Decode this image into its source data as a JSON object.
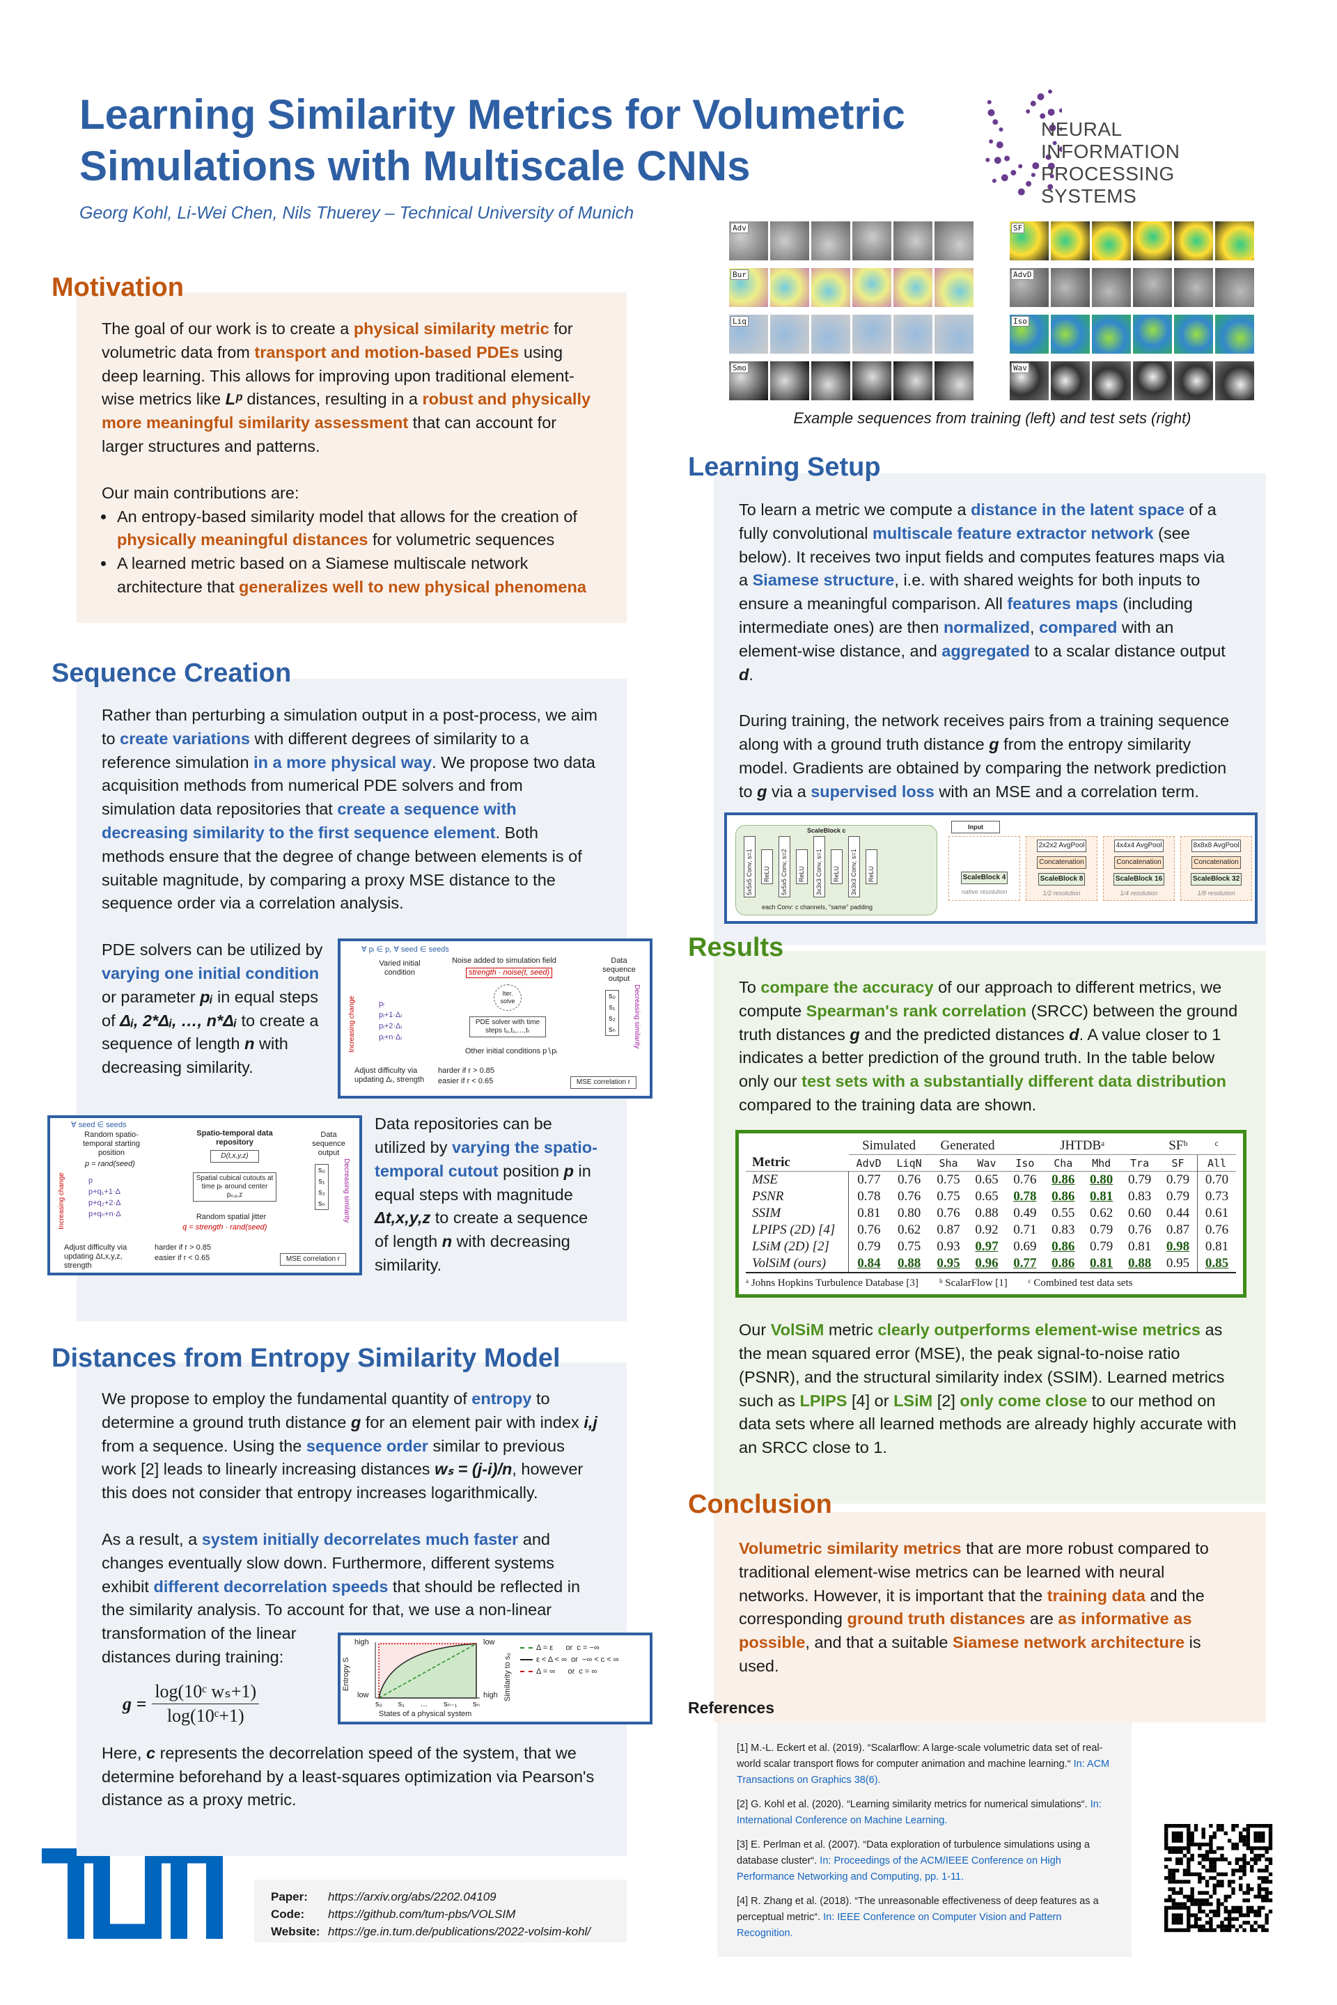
{
  "title": "Learning Similarity Metrics for Volumetric Simulations with Multiscale CNNs",
  "authors": "Georg Kohl, Li-Wei Chen, Nils Thuerey  –  Technical University of Munich",
  "logo": {
    "line1": "NEURAL INFORMATION",
    "line2": "PROCESSING SYSTEMS"
  },
  "colors": {
    "orange": "#c0560f",
    "blue": "#2e5fa3",
    "green": "#4a8c1c"
  },
  "examples": {
    "left_labels": [
      "Adv",
      "Bur",
      "Liq",
      "Smo"
    ],
    "right_labels": [
      "SF",
      "AdvD",
      "Iso",
      "Wav"
    ],
    "caption": "Example sequences from training (left) and test sets (right)"
  },
  "motivation": {
    "heading": "Motivation",
    "p1": [
      [
        "The goal of our work is to create a ",
        ""
      ],
      [
        "physical similarity metric",
        "o"
      ],
      [
        " for volumetric data from ",
        ""
      ],
      [
        "transport and motion-based PDEs",
        "o"
      ],
      [
        " using deep learning. This allows for improving upon traditional element-wise metrics like ",
        ""
      ],
      [
        "Lᵖ",
        "i"
      ],
      [
        " distances, resulting in a ",
        ""
      ],
      [
        "robust and physically more meaningful similarity assessment",
        "o"
      ],
      [
        " that can account for larger structures and patterns.",
        ""
      ]
    ],
    "p2": "Our main contributions are:",
    "b1": [
      [
        "An entropy-based similarity model that allows for the creation of ",
        ""
      ],
      [
        "physically meaningful distances",
        "o"
      ],
      [
        " for volumetric sequences",
        ""
      ]
    ],
    "b2": [
      [
        "A learned metric based on a Siamese multiscale network architecture that ",
        ""
      ],
      [
        "generalizes well to new physical phenomena",
        "o"
      ]
    ]
  },
  "sequence": {
    "heading": "Sequence Creation",
    "p1": [
      [
        "Rather than perturbing a simulation output in a post-process, we aim to ",
        ""
      ],
      [
        "create variations",
        "b"
      ],
      [
        " with different degrees of similarity to a reference simulation ",
        ""
      ],
      [
        "in a more physical way",
        "b"
      ],
      [
        ". We propose two data acquisition methods from numerical PDE solvers and from simulation data repositories that ",
        ""
      ],
      [
        "create a sequence with decreasing similarity to the first sequence element",
        "b"
      ],
      [
        ". Both methods ensure that the degree of change between elements is of suitable magnitude, by comparing a proxy MSE distance to the sequence order via a correlation analysis.",
        ""
      ]
    ],
    "p2": [
      [
        "PDE solvers can be utilized by ",
        ""
      ],
      [
        "varying one initial condition",
        "b"
      ],
      [
        " or parameter ",
        ""
      ],
      [
        "pᵢ",
        "i"
      ],
      [
        " in equal steps of ",
        ""
      ],
      [
        "Δᵢ, 2*Δᵢ, …, n*Δᵢ",
        "i"
      ],
      [
        " to create a sequence of length ",
        ""
      ],
      [
        "n",
        "i"
      ],
      [
        " with decreasing similarity.",
        ""
      ]
    ],
    "p3": [
      [
        "Data repositories can be utilized by ",
        ""
      ],
      [
        "varying the spatio-temporal cutout",
        "b"
      ],
      [
        " position ",
        ""
      ],
      [
        "p",
        "i"
      ],
      [
        " in equal steps with magnitude ",
        ""
      ],
      [
        "Δt,x,y,z",
        "i"
      ],
      [
        " to create a sequence of length ",
        ""
      ],
      [
        "n",
        "i"
      ],
      [
        " with decreasing similarity.",
        ""
      ]
    ],
    "fig1": {
      "top": "∀ pᵢ ∈ p, ∀ seed ∈ seeds",
      "noise": "Noise added to simulation field",
      "noise_formula": "strength · noise(t, seed)",
      "varied": "Varied initial condition",
      "output": "Data sequence output",
      "iter": "Iter. solve",
      "solver": "PDE solver with time steps t₀,t₁,…,tₜ",
      "other": "Other initial conditions p∖pᵢ",
      "params": [
        "pᵢ",
        "pᵢ+1·Δᵢ",
        "pᵢ+2·Δᵢ",
        "pᵢ+n·Δᵢ"
      ],
      "outs": [
        "s₀",
        "s₁",
        "s₂",
        "sₙ"
      ],
      "inc": "Increasing change",
      "dec": "Decreasing similarity",
      "adjust": "Adjust difficulty via updating Δᵢ, strength",
      "harder": "harder  if r > 0.85",
      "easier": "easier  if r < 0.65",
      "mse": "MSE correlation r"
    },
    "fig2": {
      "top": "∀ seed ∈ seeds",
      "random": "Random spatio-temporal starting position",
      "rand_formula": "p = rand(seed)",
      "repo": "Spatio-temporal data repository",
      "repo_formula": "D(t,x,y,z)",
      "cutout": "Spatial cubical cutouts at time pₜ around center pₓ,ᵧ,z",
      "jitter": "Random spatial jitter",
      "jitter_formula": "q = strength · rand(seed)",
      "output": "Data sequence output",
      "params": [
        "p",
        "p+q₁+1·Δ",
        "p+q₂+2·Δ",
        "p+qₙ+n·Δ"
      ],
      "outs": [
        "s₀",
        "s₁",
        "s₂",
        "sₙ"
      ],
      "inc": "Increasing change",
      "dec": "Decreasing similarity",
      "adjust": "Adjust difficulty via updating Δt,x,y,z, strength",
      "harder": "harder  if r > 0.85",
      "easier": "easier  if r < 0.65",
      "mse": "MSE correlation r"
    }
  },
  "distances": {
    "heading": "Distances from Entropy Similarity Model",
    "p1": [
      [
        "We propose to employ the fundamental quantity of ",
        ""
      ],
      [
        "entropy",
        "b"
      ],
      [
        " to determine a ground truth distance ",
        ""
      ],
      [
        "g",
        "i"
      ],
      [
        " for an element pair with index ",
        ""
      ],
      [
        "i,j",
        "i"
      ],
      [
        " from a sequence. Using the ",
        ""
      ],
      [
        "sequence order",
        "b"
      ],
      [
        " similar to previous work [2] leads to linearly increasing distances ",
        ""
      ],
      [
        "wₛ = (j-i)/n",
        "i"
      ],
      [
        ", however this does not consider that entropy increases logarithmically.",
        ""
      ]
    ],
    "p2": [
      [
        "As a result, a ",
        ""
      ],
      [
        "system initially decorrelates much faster",
        "b"
      ],
      [
        " and changes eventually slow down. Furthermore, different systems exhibit ",
        ""
      ],
      [
        "different decorrelation speeds",
        "b"
      ],
      [
        " that should be reflected in the similarity analysis. To account for that, we use a non-linear transformation of the linear distances during training:",
        ""
      ]
    ],
    "p3": [
      [
        "Here, ",
        ""
      ],
      [
        "c",
        "i"
      ],
      [
        " represents the decorrelation speed of the system, that we determine beforehand by a least-squares optimization via Pearson's distance as a proxy metric.",
        ""
      ]
    ],
    "formula": {
      "lhs": "g =",
      "num": "log(10ᶜ wₛ+1)",
      "den": "log(10ᶜ+1)"
    },
    "plot": {
      "ylabel": "Entropy S",
      "xlabel": "States of a physical system",
      "y2label": "Similarity to s₀",
      "high": "high",
      "low": "low",
      "low2": "low",
      "high2": "high",
      "xticks": [
        "s₀",
        "s₁",
        "…",
        "sₙ₋₁",
        "sₙ"
      ],
      "legend": [
        "Δ = ε      or  c = −∞",
        "ε < Δ < ∞  or  −∞ < c < ∞",
        "Δ = ∞      or  c = ∞"
      ]
    }
  },
  "links": {
    "paper_label": "Paper:",
    "paper": "https://arxiv.org/abs/2202.04109",
    "code_label": "Code:",
    "code": "https://github.com/tum-pbs/VOLSIM",
    "web_label": "Website:",
    "web": "https://ge.in.tum.de/publications/2022-volsim-kohl/"
  },
  "setup": {
    "heading": "Learning Setup",
    "p1": [
      [
        "To learn a metric we compute a ",
        ""
      ],
      [
        "distance in the latent space",
        "b"
      ],
      [
        " of a fully convolutional ",
        ""
      ],
      [
        "multiscale feature extractor network",
        "b"
      ],
      [
        " (see below). It receives two input fields and computes features maps via a ",
        ""
      ],
      [
        "Siamese structure",
        "b"
      ],
      [
        ", i.e. with shared weights for both inputs to ensure a meaningful comparison. All ",
        ""
      ],
      [
        "features maps",
        "b"
      ],
      [
        " (including intermediate ones) are then ",
        ""
      ],
      [
        "normalized",
        "b"
      ],
      [
        ", ",
        ""
      ],
      [
        "compared",
        "b"
      ],
      [
        " with an element-wise distance, and ",
        ""
      ],
      [
        "aggregated",
        "b"
      ],
      [
        " to a scalar distance output ",
        ""
      ],
      [
        "d",
        "i"
      ],
      [
        ".",
        ""
      ]
    ],
    "p2": [
      [
        "During training, the network receives pairs from a training sequence along with a ground truth distance ",
        ""
      ],
      [
        "g",
        "i"
      ],
      [
        " from the entropy similarity model. Gradients are obtained by comparing the network prediction to ",
        ""
      ],
      [
        "g",
        "i"
      ],
      [
        " via a ",
        ""
      ],
      [
        "supervised loss",
        "b"
      ],
      [
        " with an MSE and a correlation term.",
        ""
      ]
    ],
    "net": {
      "block_title": "ScaleBlock c",
      "convs": [
        "5x5x5 Conv, s=1",
        "ReLU",
        "5x5x5 Conv, s=2",
        "ReLU",
        "3x3x3 Conv, s=1",
        "ReLU",
        "3x3x3 Conv, s=1",
        "ReLU"
      ],
      "note": "each Conv: c channels, \"same\" padding",
      "input": "Input",
      "pools": [
        "2x2x2 AvgPool",
        "4x4x4 AvgPool",
        "8x8x8 AvgPool"
      ],
      "concat": "Concatenation",
      "blocks": [
        "ScaleBlock 4",
        "ScaleBlock 8",
        "ScaleBlock 16",
        "ScaleBlock 32"
      ],
      "res": [
        "native resolution",
        "1/2 resolution",
        "1/4 resolution",
        "1/8 resolution"
      ]
    }
  },
  "results": {
    "heading": "Results",
    "p1": [
      [
        "To ",
        ""
      ],
      [
        "compare the accuracy",
        "g"
      ],
      [
        " of our approach to different metrics, we compute ",
        ""
      ],
      [
        "Spearman's rank correlation",
        "g"
      ],
      [
        " (SRCC) between the ground truth distances ",
        ""
      ],
      [
        "g",
        "i"
      ],
      [
        " and the predicted distances ",
        ""
      ],
      [
        "d",
        "i"
      ],
      [
        ". A value closer to 1 indicates a better prediction of the ground truth. In the table below only our ",
        ""
      ],
      [
        "test sets with a substantially different data distribution",
        "g"
      ],
      [
        " compared to the training data are shown.",
        ""
      ]
    ],
    "table": {
      "groups": [
        "Simulated",
        "Generated",
        "JHTDBᵃ",
        "SFᵇ",
        "ᶜ"
      ],
      "metric_header": "Metric",
      "columns": [
        "AdvD",
        "LiqN",
        "Sha",
        "Wav",
        "Iso",
        "Cha",
        "Mhd",
        "Tra",
        "SF",
        "All"
      ],
      "rows": [
        {
          "name": "MSE",
          "values": [
            "0.77",
            "0.76",
            "0.75",
            "0.65",
            "0.76",
            "0.86",
            "0.80",
            "0.79",
            "0.79",
            "0.70"
          ],
          "bold": [
            5,
            6
          ]
        },
        {
          "name": "PSNR",
          "values": [
            "0.78",
            "0.76",
            "0.75",
            "0.65",
            "0.78",
            "0.86",
            "0.81",
            "0.83",
            "0.79",
            "0.73"
          ],
          "bold": [
            4,
            5,
            6
          ]
        },
        {
          "name": "SSIM",
          "values": [
            "0.81",
            "0.80",
            "0.76",
            "0.88",
            "0.49",
            "0.55",
            "0.62",
            "0.60",
            "0.44",
            "0.61"
          ],
          "bold": []
        },
        {
          "name": "LPIPS (2D) [4]",
          "values": [
            "0.76",
            "0.62",
            "0.87",
            "0.92",
            "0.71",
            "0.83",
            "0.79",
            "0.76",
            "0.87",
            "0.76"
          ],
          "bold": []
        },
        {
          "name": "LSiM (2D) [2]",
          "values": [
            "0.79",
            "0.75",
            "0.93",
            "0.97",
            "0.69",
            "0.86",
            "0.79",
            "0.81",
            "0.98",
            "0.81"
          ],
          "bold": [
            3,
            5,
            8
          ]
        },
        {
          "name": "VolSiM (ours)",
          "values": [
            "0.84",
            "0.88",
            "0.95",
            "0.96",
            "0.77",
            "0.86",
            "0.81",
            "0.88",
            "0.95",
            "0.85"
          ],
          "bold": [
            0,
            1,
            2,
            3,
            4,
            5,
            6,
            7,
            9
          ]
        }
      ],
      "footnotes": [
        "ᵃ Johns Hopkins Turbulence Database [3]",
        "ᵇ ScalarFlow [1]",
        "ᶜ Combined test data sets"
      ]
    },
    "p2": [
      [
        "Our ",
        ""
      ],
      [
        "VolSiM",
        "g"
      ],
      [
        " metric ",
        ""
      ],
      [
        "clearly outperforms element-wise metrics",
        "g"
      ],
      [
        " as the mean squared error (MSE), the peak signal-to-noise ratio (PSNR), and the structural similarity index (SSIM). Learned metrics such as ",
        ""
      ],
      [
        "LPIPS",
        "g"
      ],
      [
        " [4] or ",
        ""
      ],
      [
        "LSiM",
        "g"
      ],
      [
        " [2] ",
        ""
      ],
      [
        "only come close",
        "g"
      ],
      [
        " to our method on data sets where all learned methods are already highly accurate with an SRCC close to 1.",
        ""
      ]
    ]
  },
  "conclusion": {
    "heading": "Conclusion",
    "p1": [
      [
        "Volumetric similarity metrics",
        "o"
      ],
      [
        " that are more robust compared to traditional element-wise metrics can be learned with neural networks. However, it is important that the ",
        ""
      ],
      [
        "training data",
        "o"
      ],
      [
        " and the corresponding ",
        ""
      ],
      [
        "ground truth distances",
        "o"
      ],
      [
        " are ",
        ""
      ],
      [
        "as informative as possible",
        "o"
      ],
      [
        ", and that a suitable ",
        ""
      ],
      [
        "Siamese network architecture",
        "o"
      ],
      [
        " is used.",
        ""
      ]
    ]
  },
  "references": {
    "heading": "References",
    "items": [
      {
        "text": "[1] M.-L. Eckert et al. (2019). “Scalarflow: A large-scale volumetric data set of real-world scalar transport flows for computer animation and machine learning.“ ",
        "venue": "In: ACM Transactions on Graphics 38(6)."
      },
      {
        "text": "[2] G. Kohl et al. (2020). “Learning similarity metrics for numerical simulations“. ",
        "venue": "In: International Conference on Machine Learning."
      },
      {
        "text": "[3] E. Perlman et al. (2007). “Data exploration of turbulence simulations using a database cluster“. ",
        "venue": "In: Proceedings of the ACM/IEEE Conference on High Performance Networking and Computing, pp. 1-11."
      },
      {
        "text": "[4] R. Zhang et al. (2018). “The unreasonable effectiveness of deep features as a perceptual metric“. ",
        "venue": "In: IEEE Conference on Computer Vision and Pattern Recognition."
      }
    ]
  },
  "tum_logo": "TUM"
}
